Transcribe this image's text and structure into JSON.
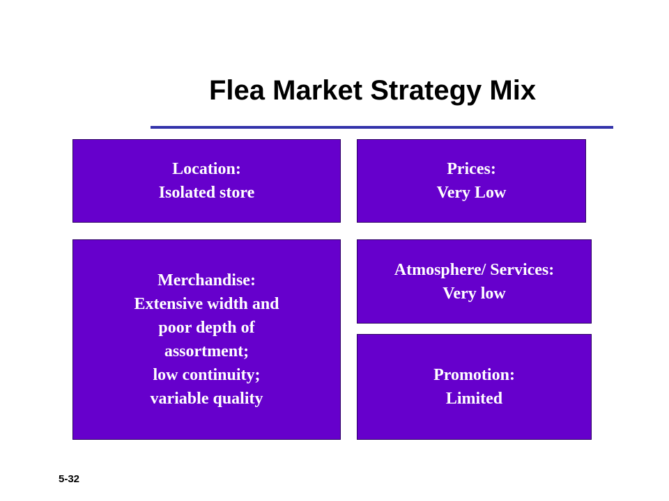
{
  "slide": {
    "title": "Flea Market Strategy Mix",
    "slide_number": "5-32",
    "colors": {
      "box_fill": "#6600cc",
      "title_rule": "#3333aa",
      "box_text": "#ffffff"
    }
  },
  "boxes": {
    "location": {
      "lines": [
        "Location:",
        "Isolated store"
      ]
    },
    "prices": {
      "lines": [
        "Prices:",
        "Very Low"
      ]
    },
    "merchandise": {
      "lines": [
        "Merchandise:",
        "Extensive width and",
        "poor depth of",
        "assortment;",
        "low continuity;",
        "variable quality"
      ]
    },
    "atmosphere": {
      "lines": [
        "Atmosphere/ Services:",
        "Very low"
      ]
    },
    "promotion": {
      "lines": [
        "Promotion:",
        "Limited"
      ]
    }
  }
}
